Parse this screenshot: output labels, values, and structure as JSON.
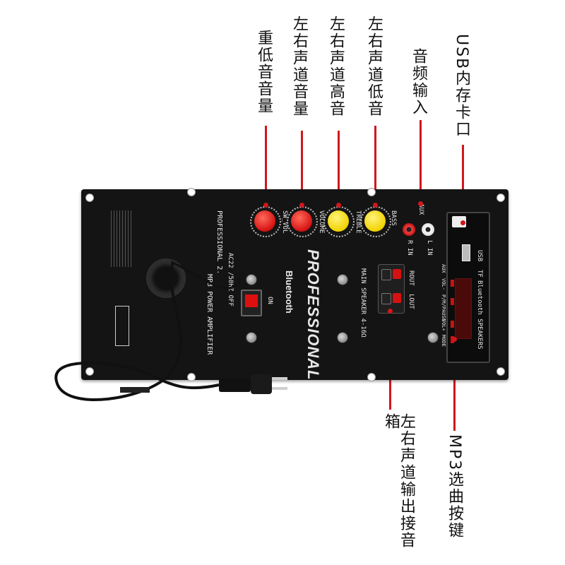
{
  "callouts": {
    "sub_volume": "重低音音量",
    "lr_volume": "左右声道音量",
    "lr_treble": "左右声道高音",
    "lr_bass": "左右声道低音",
    "audio_input": "音频输入",
    "usb_card": "USB内存卡口",
    "lr_output": "左右声道输出接音箱",
    "mp3_select": "MP3选曲按键"
  },
  "panel": {
    "brand": "PROFESSIONAL",
    "bluetooth": "Bluetooth",
    "model_line1": "PROFESSIONAL 2.",
    "model_line2": "MP3 POWER AMPLIFIER",
    "ac_rating": "AC22  /50HZ  OFF",
    "on_label": "ON",
    "knob_labels": [
      "SW_VOL",
      "VOLUME",
      "TREBLE",
      "BASS"
    ],
    "aux_label": "AUX",
    "rin": "R IN",
    "lin": "L IN",
    "speaker_label": "MAIN SPEAKER 4-16Ω",
    "rout": "ROUT",
    "lout": "LOUT",
    "mp3_module": "Bluetooth SPEAKERS",
    "usb": "USB",
    "tf": "TF",
    "aux_small": "AUX",
    "vol_minus": "VOL-",
    "play": "P/M/PAUSE",
    "vol_plus": "VOL+",
    "mode": "MODE"
  },
  "colors": {
    "leader": "#d0171c",
    "knob_red": "#d41212",
    "knob_yellow": "#f0d300",
    "panel": "#141414"
  }
}
